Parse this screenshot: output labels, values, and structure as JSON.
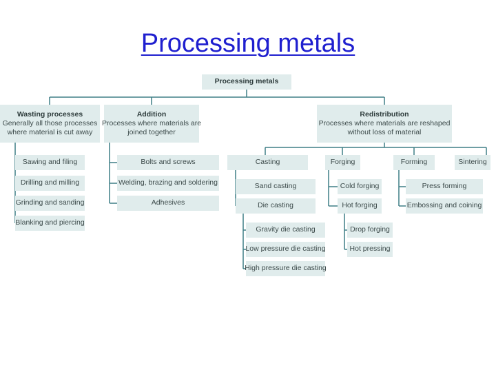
{
  "page": {
    "title": "Processing metals"
  },
  "diagram": {
    "root": "Processing metals",
    "wasting": {
      "title": "Wasting processes",
      "desc_1": "Generally all those processes",
      "desc_2": "where material is cut away",
      "items": [
        "Sawing and filing",
        "Drilling and milling",
        "Grinding and sanding",
        "Blanking and piercing"
      ]
    },
    "addition": {
      "title": "Addition",
      "desc_1": "Processes where materials are",
      "desc_2": "joined together",
      "items": [
        "Bolts and screws",
        "Welding, brazing and soldering",
        "Adhesives"
      ]
    },
    "redistribution": {
      "title": "Redistribution",
      "desc_1": "Processes where materials are reshaped",
      "desc_2": "without loss of material",
      "casting": {
        "label": "Casting",
        "items": [
          "Sand casting",
          "Die casting"
        ],
        "die_items": [
          "Gravity die casting",
          "Low pressure die casting",
          "High pressure die casting"
        ]
      },
      "forging": {
        "label": "Forging",
        "items": [
          "Cold forging",
          "Hot forging"
        ],
        "hot_items": [
          "Drop forging",
          "Hot pressing"
        ]
      },
      "forming": {
        "label": "Forming",
        "items": [
          "Press forming",
          "Embossing and coining"
        ]
      },
      "sintering": {
        "label": "Sintering"
      }
    }
  },
  "colors": {
    "title": "#1f1fcf",
    "box": "#e0ecec",
    "line": "#3f7f86",
    "text": "#3c4a4a"
  }
}
